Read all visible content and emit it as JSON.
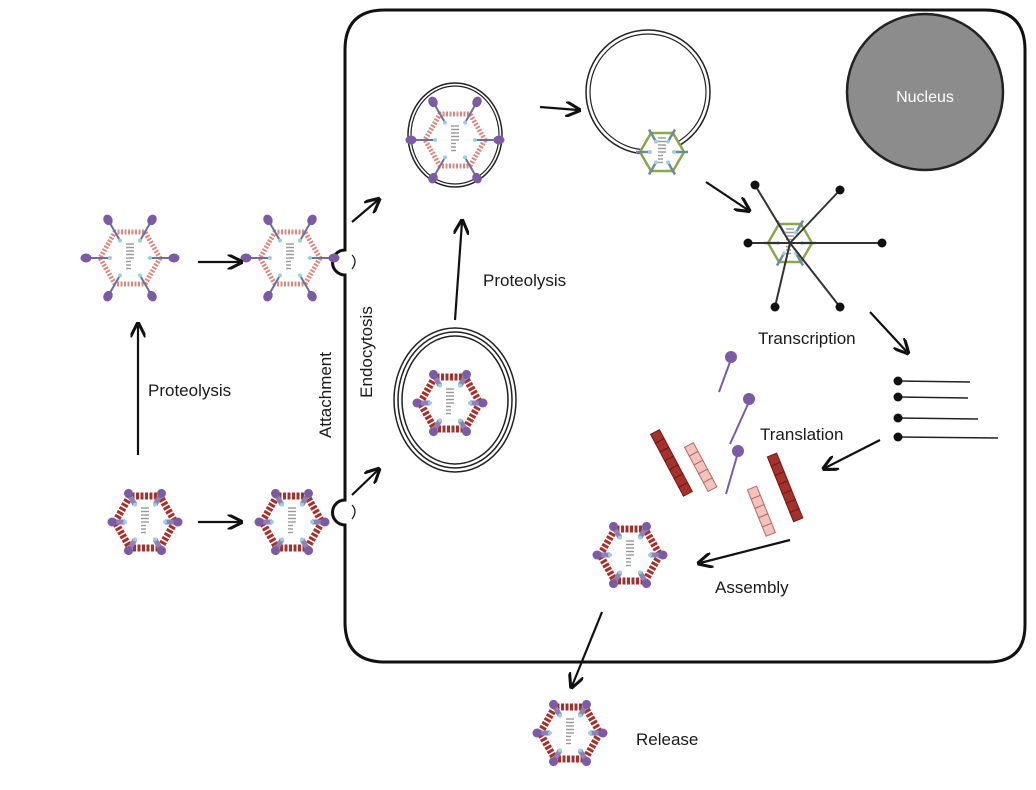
{
  "labels": {
    "proteolysis_extracellular": "Proteolysis",
    "attachment": "Attachment",
    "endocytosis": "Endocytosis",
    "proteolysis_endosome": "Proteolysis",
    "nucleus": "Nucleus",
    "transcription": "Transcription",
    "translation": "Translation",
    "assembly": "Assembly",
    "release": "Release"
  },
  "colors": {
    "capsid_red": "#a8302a",
    "capsid_pink": "#d98a80",
    "spike_purple": "#7b5ba6",
    "core_green": "#8aa84a",
    "nucleus_gray": "#8c8c8c",
    "protein_light": "#f2c2bd"
  }
}
